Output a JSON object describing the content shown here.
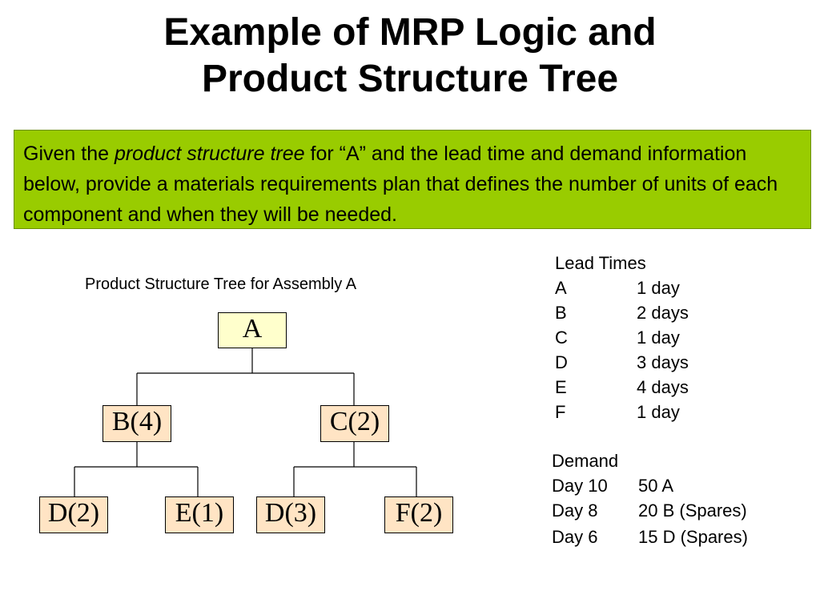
{
  "title": {
    "line1": "Example of MRP Logic and",
    "line2": "Product Structure Tree"
  },
  "callout": {
    "text_before": "Given the ",
    "text_italic": "product structure tree",
    "text_after": " for “A” and the lead time and demand information below, provide a materials requirements plan that defines the number of units of each component and when they will be needed.",
    "background_color": "#99cc00"
  },
  "tree": {
    "caption": "Product Structure Tree for Assembly A",
    "root": "A",
    "level1": [
      "B(4)",
      "C(2)"
    ],
    "level2": [
      "D(2)",
      "E(1)",
      "D(3)",
      "F(2)"
    ],
    "root_color": "#ffffcc",
    "node_color": "#ffe4c4"
  },
  "lead_times": {
    "header": "Lead Times",
    "rows": [
      {
        "item": "A",
        "time": "1 day"
      },
      {
        "item": "B",
        "time": "2 days"
      },
      {
        "item": "C",
        "time": "1 day"
      },
      {
        "item": "D",
        "time": "3 days"
      },
      {
        "item": "E",
        "time": "4 days"
      },
      {
        "item": "F",
        "time": "1 day"
      }
    ]
  },
  "demand": {
    "header": "Demand",
    "rows": [
      {
        "day": "Day 10",
        "qty": "50 A"
      },
      {
        "day": "Day 8",
        "qty": "20 B (Spares)"
      },
      {
        "day": "Day 6",
        "qty": "15 D (Spares)"
      }
    ]
  }
}
